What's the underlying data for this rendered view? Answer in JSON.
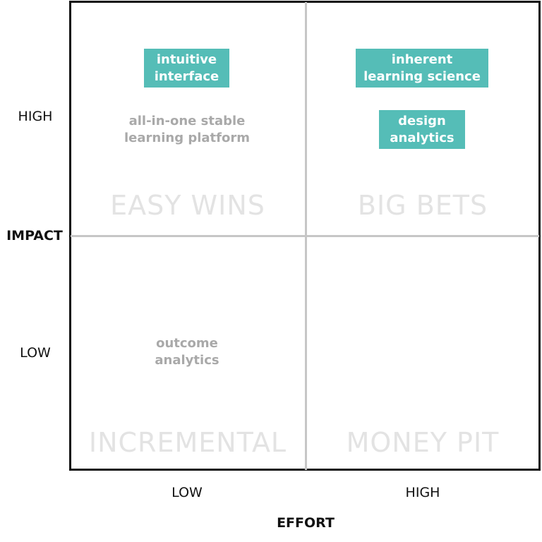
{
  "axes": {
    "y_title": "IMPACT",
    "x_title": "EFFORT",
    "y_high": "HIGH",
    "y_low": "LOW",
    "x_low": "LOW",
    "x_high": "HIGH"
  },
  "quadrants": {
    "top_left": "EASY WINS",
    "top_right": "BIG BETS",
    "bottom_left": "INCREMENTAL",
    "bottom_right": "MONEY PIT"
  },
  "items": {
    "intuitive_interface": "intuitive\ninterface",
    "inherent_learning_science": "inherent\nlearning science",
    "design_analytics": "design\nanalytics",
    "all_in_one_platform": "all-in-one stable\nlearning platform",
    "outcome_analytics": "outcome\nanalytics"
  },
  "colors": {
    "highlight": "#55bdb7",
    "muted_text": "#a9a9a9",
    "quadrant_label": "#e3e3e3",
    "grid_line": "#c6c6c6",
    "border": "#111111"
  }
}
